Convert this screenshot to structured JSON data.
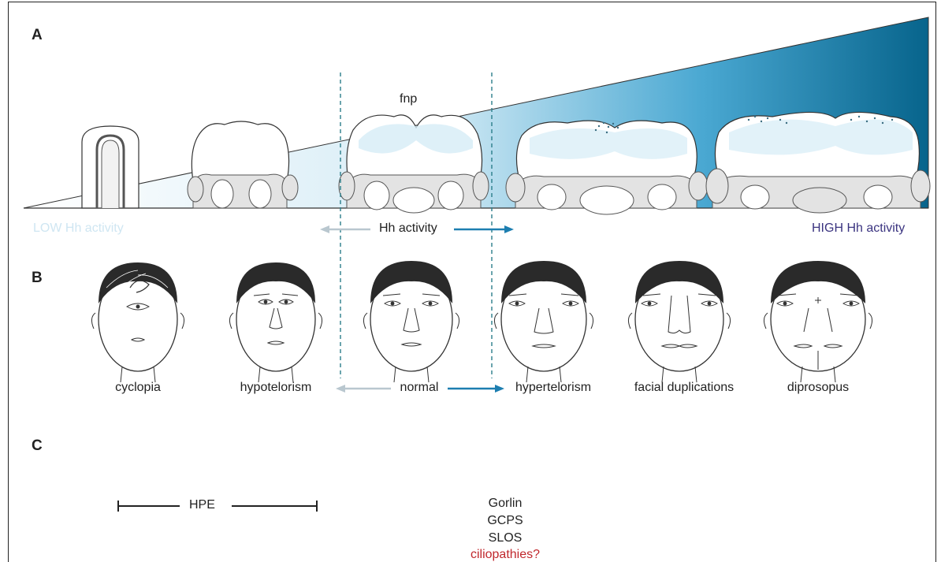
{
  "panels": {
    "a_letter": "A",
    "b_letter": "B",
    "c_letter": "C"
  },
  "panel_a": {
    "fnp_label": "fnp",
    "low_label": "LOW Hh activity",
    "mid_label": "Hh activity",
    "high_label": "HIGH Hh activity"
  },
  "panel_b": {
    "faces": [
      {
        "label": "cyclopia"
      },
      {
        "label": "hypotelorism"
      },
      {
        "label": "normal"
      },
      {
        "label": "hypertelorism"
      },
      {
        "label": "facial duplications"
      },
      {
        "label": "diprosopus"
      }
    ]
  },
  "panel_c": {
    "hpe_label": "HPE",
    "syndromes": [
      "Gorlin",
      "GCPS",
      "SLOS"
    ],
    "ciliopathies": "ciliopathies?"
  },
  "colors": {
    "gradient_light": "#e8f4fa",
    "gradient_dark": "#0a6a92",
    "arrow_blue": "#1d7eb0",
    "arrow_grey": "#b9c7cf",
    "high_label": "#3b3480",
    "low_label": "#cfe6f2",
    "ciliopathies": "#c0282d",
    "dashed_line": "#2a7e8a"
  }
}
